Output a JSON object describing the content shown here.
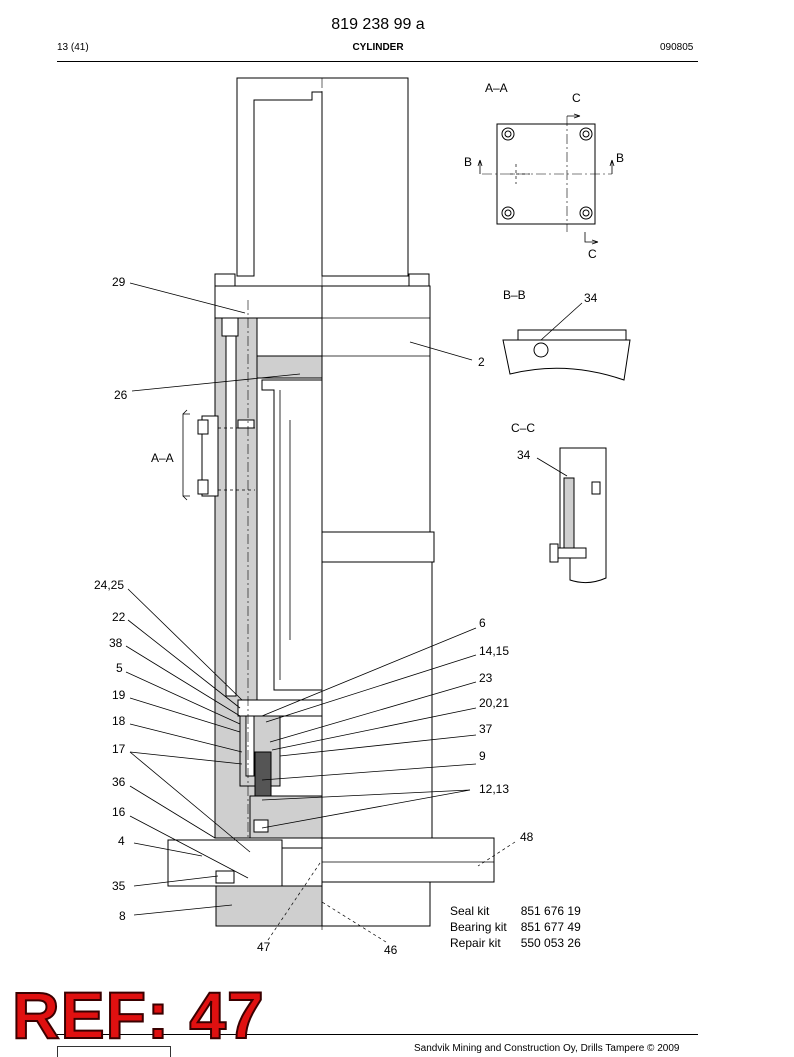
{
  "header": {
    "doc_number": "819 238 99 a",
    "page": "13 (41)",
    "title": "CYLINDER",
    "date": "090805"
  },
  "views": {
    "aa": "A–A",
    "bb": "B–B",
    "cc": "C–C",
    "aa_side": "A–A",
    "marker_b": "B",
    "marker_c": "C"
  },
  "callouts": {
    "c29": "29",
    "c26": "26",
    "c2": "2",
    "c34_bb": "34",
    "c34_cc": "34",
    "c24_25": "24,25",
    "c22": "22",
    "c38": "38",
    "c5": "5",
    "c19": "19",
    "c18": "18",
    "c17": "17",
    "c36": "36",
    "c16": "16",
    "c4": "4",
    "c35": "35",
    "c8": "8",
    "c47": "47",
    "c46": "46",
    "c6": "6",
    "c14_15": "14,15",
    "c23": "23",
    "c20_21": "20,21",
    "c37": "37",
    "c9": "9",
    "c12_13": "12,13",
    "c48": "48"
  },
  "kits": [
    {
      "name": "Seal kit",
      "number": "851 676 19"
    },
    {
      "name": "Bearing kit",
      "number": "851 677 49"
    },
    {
      "name": "Repair kit",
      "number": "550 053 26"
    }
  ],
  "footer": {
    "text": "Sandvik Mining and Construction Oy, Drills Tampere © 2009"
  },
  "stamp": {
    "ref": "REF: 47"
  }
}
